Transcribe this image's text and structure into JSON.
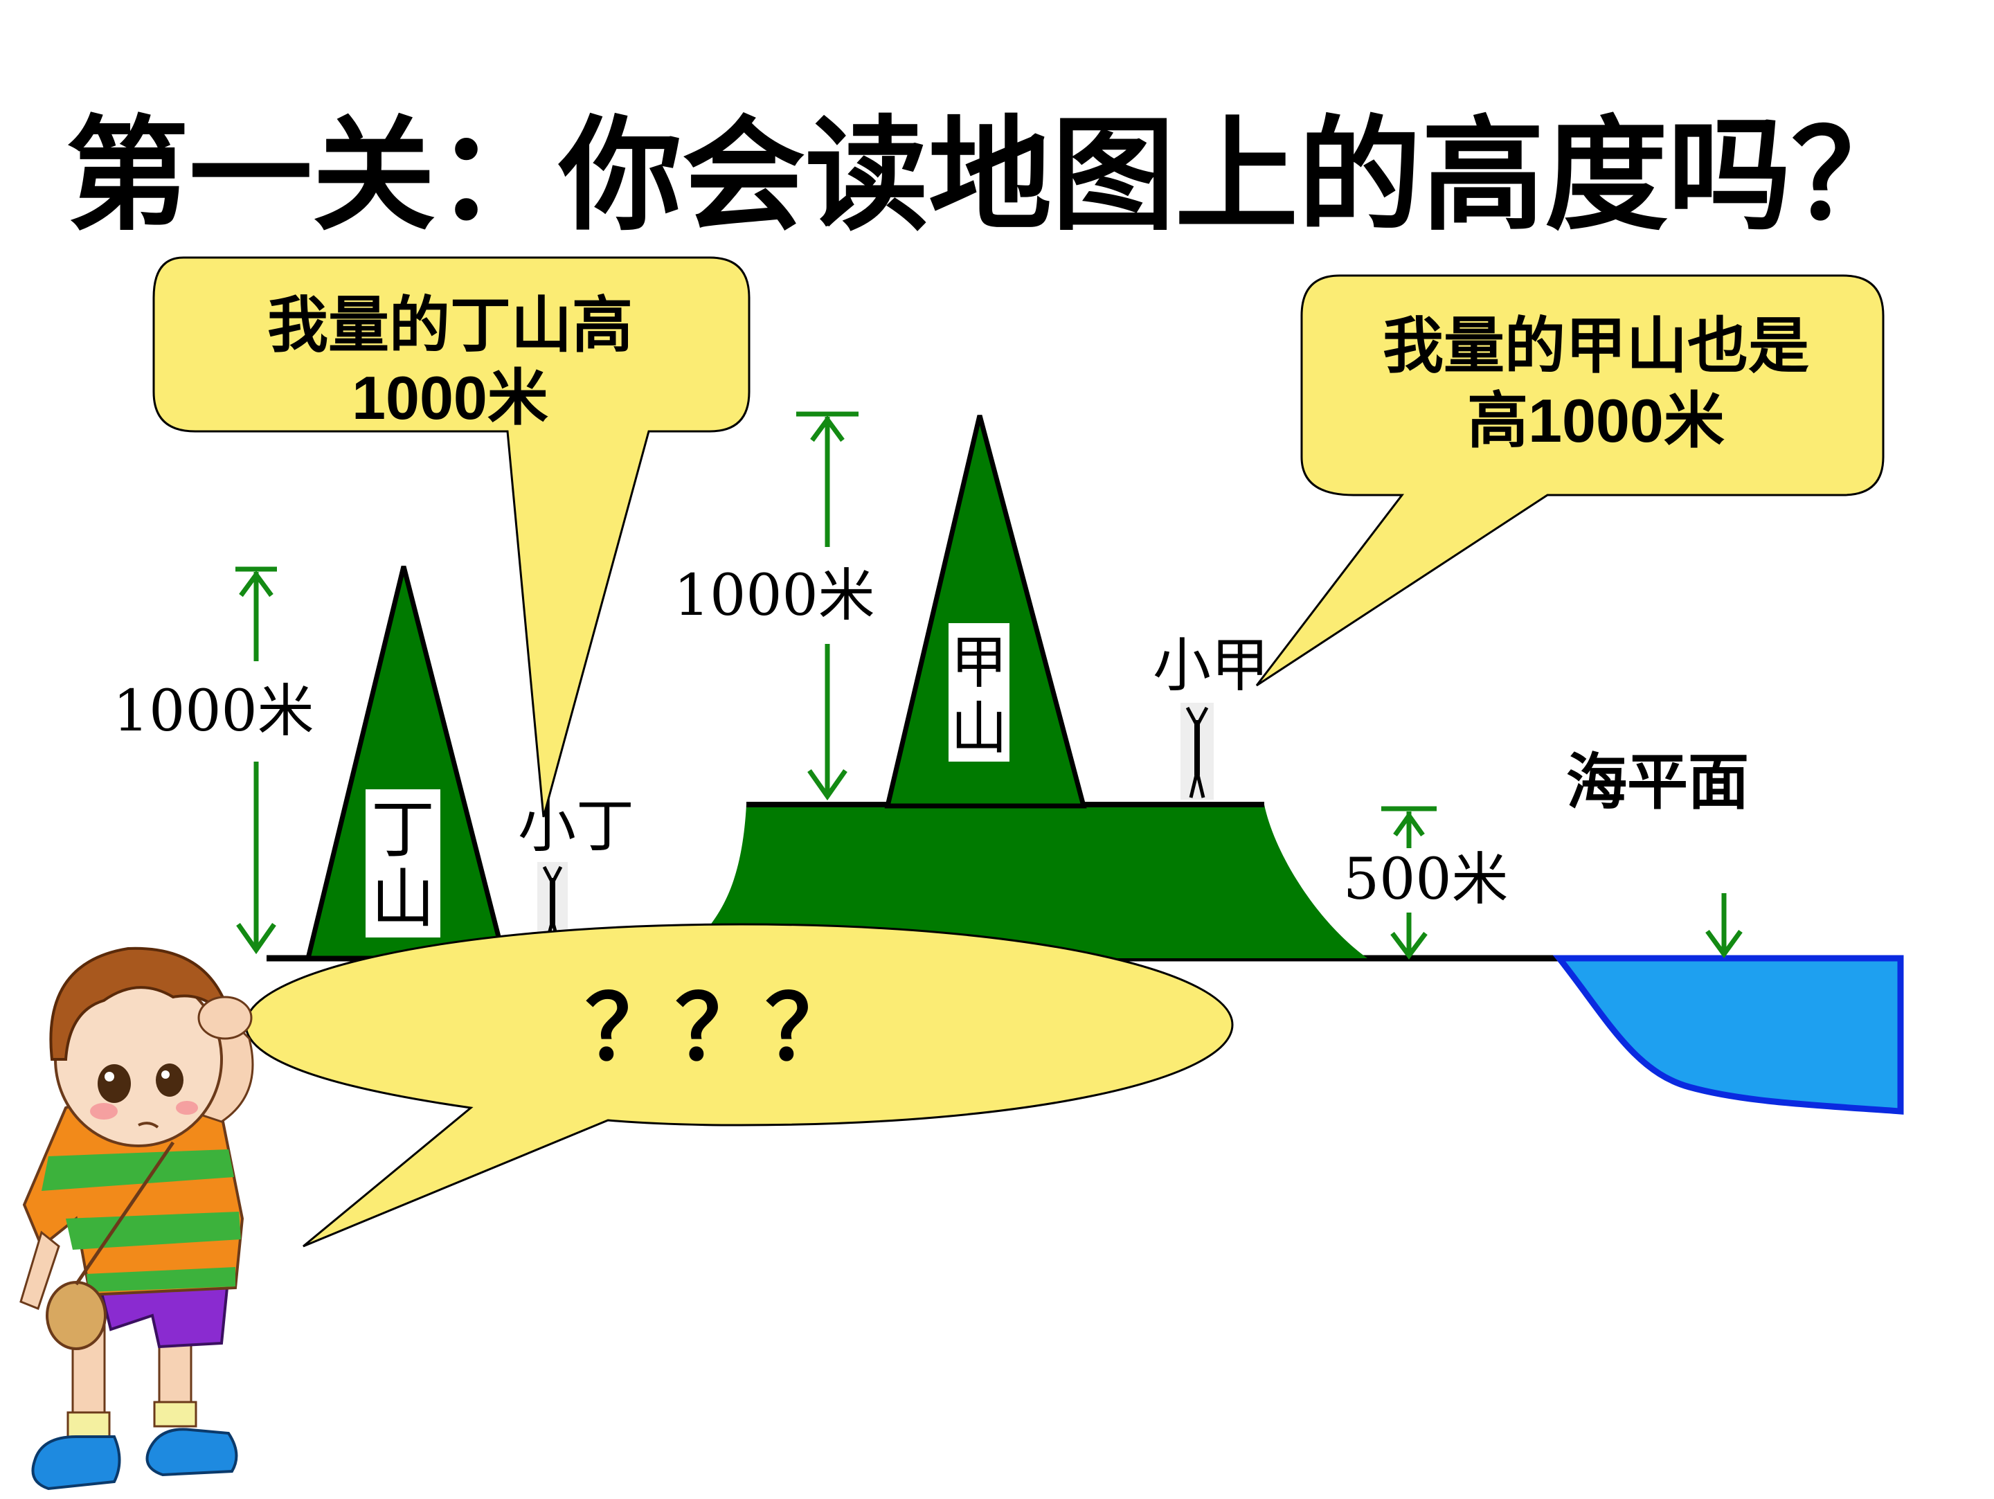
{
  "title": "第一关：你会读地图上的高度吗？",
  "bubble_left": {
    "line1": "我量的丁山高",
    "line2": "1000米"
  },
  "bubble_right": {
    "line1": "我量的甲山也是",
    "line2": "高1000米"
  },
  "bubble_bottom": {
    "text": "？？？"
  },
  "mountain_ding": {
    "label_1": "丁",
    "label_2": "山",
    "height_label": "1000米",
    "person_label": "小丁"
  },
  "mountain_jia": {
    "label_1": "甲",
    "label_2": "山",
    "height_label": "1000米",
    "person_label": "小甲"
  },
  "plateau_height_label": "500米",
  "sea_label": "海平面",
  "colors": {
    "mountain": "#007a00",
    "arrow": "#138a13",
    "bubble": "#fbec74",
    "sea": "#1ea0f0",
    "sea_edge": "#0a2ae0"
  }
}
